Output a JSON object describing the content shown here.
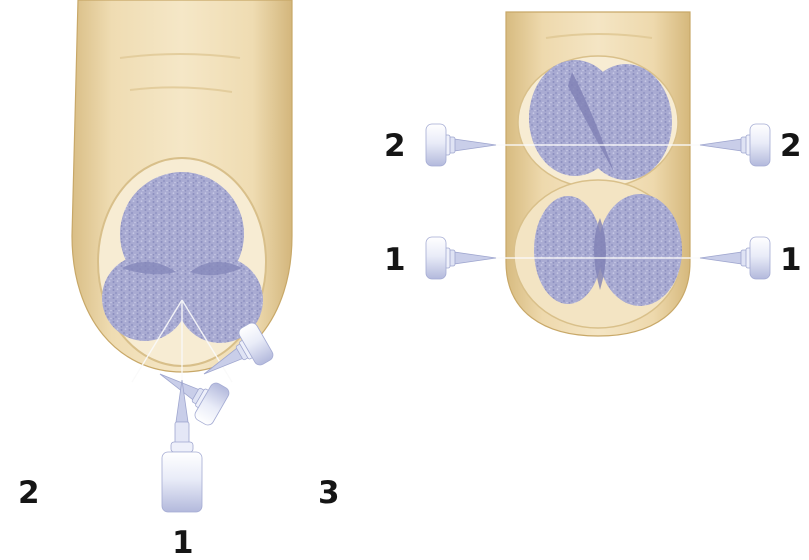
{
  "left_figure": {
    "needle_labels": [
      "2",
      "1",
      "3"
    ]
  },
  "right_figure": {
    "left_labels": [
      "2",
      "1"
    ],
    "right_labels": [
      "2",
      "1"
    ]
  },
  "colors": {
    "skin": "#efdcb2",
    "skin_edge": "#cdae72",
    "nail_bed": "#f7ecd3",
    "spread": "#a6a8d0",
    "overlap": "#8284b8",
    "needle_body": "#e9ecf8",
    "needle_shade": "#b9bfe0"
  }
}
